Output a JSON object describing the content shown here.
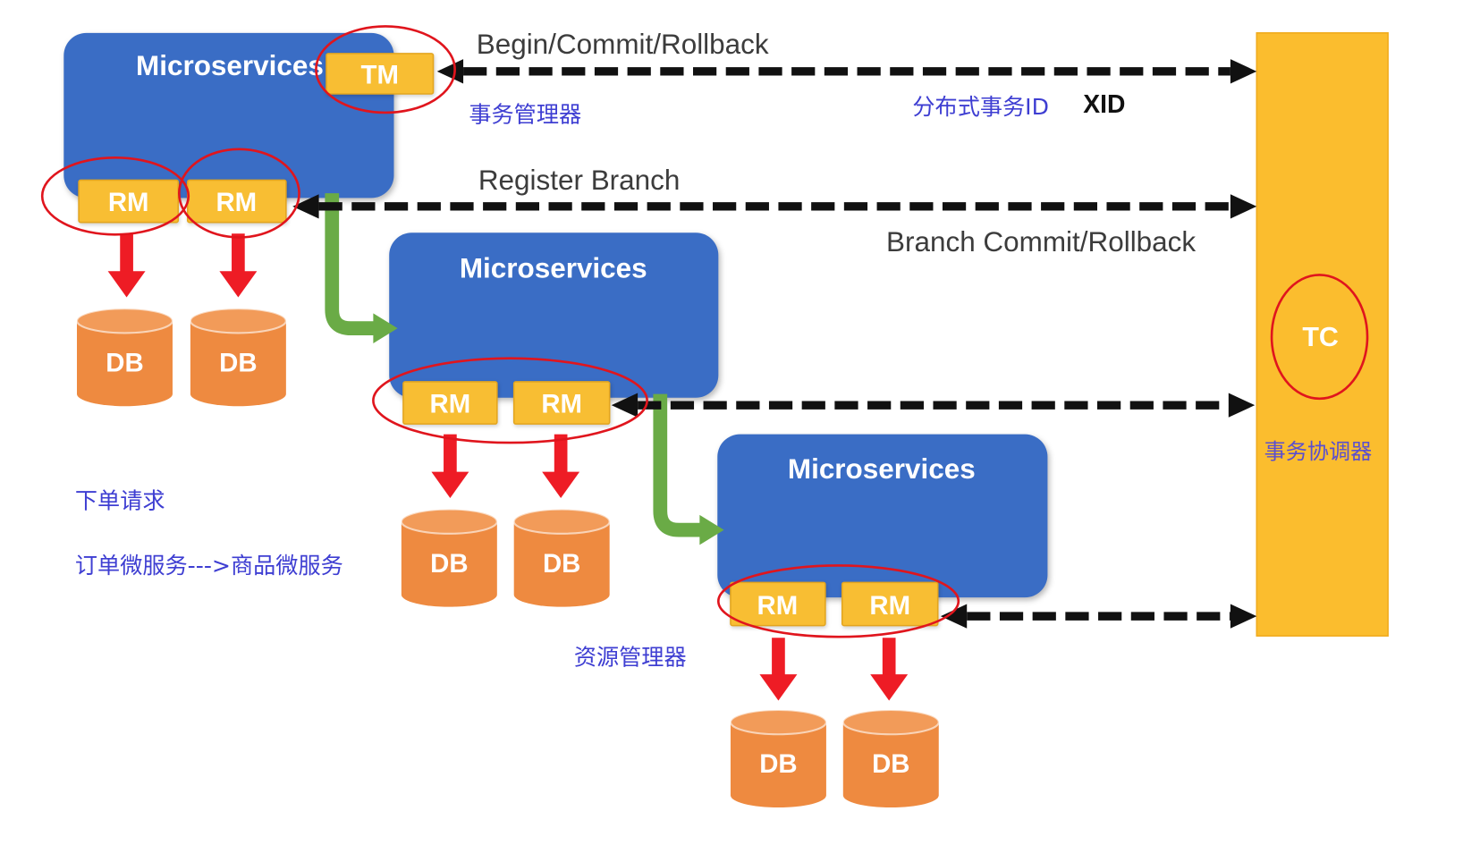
{
  "colors": {
    "service_box": "#3a6dc5",
    "manager_box": "#f8be33",
    "manager_border": "#e3a51f",
    "coordinator": "#fbbd2e",
    "database": "#ee8a40",
    "database_top": "#f29b59",
    "flow_arrow": "#6aab46",
    "db_arrow": "#ee1c25",
    "dashed_arrow": "#111111",
    "highlight": "#e0151d",
    "label_text": "#3c3c3c",
    "annotation_text": "#3e3ed2",
    "coordinator_caption": "#5a4fcf"
  },
  "services": [
    {
      "title": "Microservices",
      "tm": "TM",
      "rms": [
        "RM",
        "RM"
      ],
      "dbs": [
        "DB",
        "DB"
      ]
    },
    {
      "title": "Microservices",
      "rms": [
        "RM",
        "RM"
      ],
      "dbs": [
        "DB",
        "DB"
      ]
    },
    {
      "title": "Microservices",
      "rms": [
        "RM",
        "RM"
      ],
      "dbs": [
        "DB",
        "DB"
      ]
    }
  ],
  "coordinator": {
    "label": "TC",
    "caption": "事务协调器"
  },
  "links": {
    "begin_commit_rollback": "Begin/Commit/Rollback",
    "register_branch": "Register Branch",
    "branch_commit_rollback": "Branch Commit/Rollback"
  },
  "annotations": {
    "transaction_manager": "事务管理器",
    "global_transaction_id": "分布式事务ID",
    "xid": "XID",
    "resource_manager": "资源管理器",
    "order_request": "下单请求",
    "call_chain": "订单微服务--->商品微服务"
  }
}
